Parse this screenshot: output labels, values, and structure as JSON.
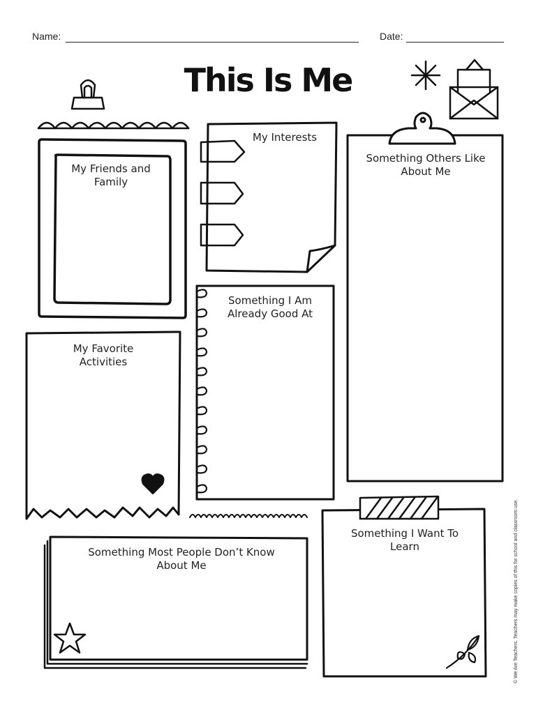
{
  "header": {
    "name_label": "Name:",
    "date_label": "Date:"
  },
  "title": "This Is Me",
  "boxes": {
    "friends_family": "My Friends and Family",
    "interests": "My Interests",
    "others_like": "Something Others Like About Me",
    "good_at": "Something I Am Already Good At",
    "favorite_activities": "My Favorite Activities",
    "want_to_learn": "Something I Want To Learn",
    "people_dont_know": "Something Most People Don’t Know About Me"
  },
  "copyright": "© We Are Teachers. Teachers may make copies of this for school and classroom use.",
  "icons": [
    "binder-clip-icon",
    "sparkle-icon",
    "envelope-icon",
    "clipboard-clip-icon",
    "heart-icon",
    "star-icon",
    "leaf-icon",
    "washi-tape-icon"
  ]
}
